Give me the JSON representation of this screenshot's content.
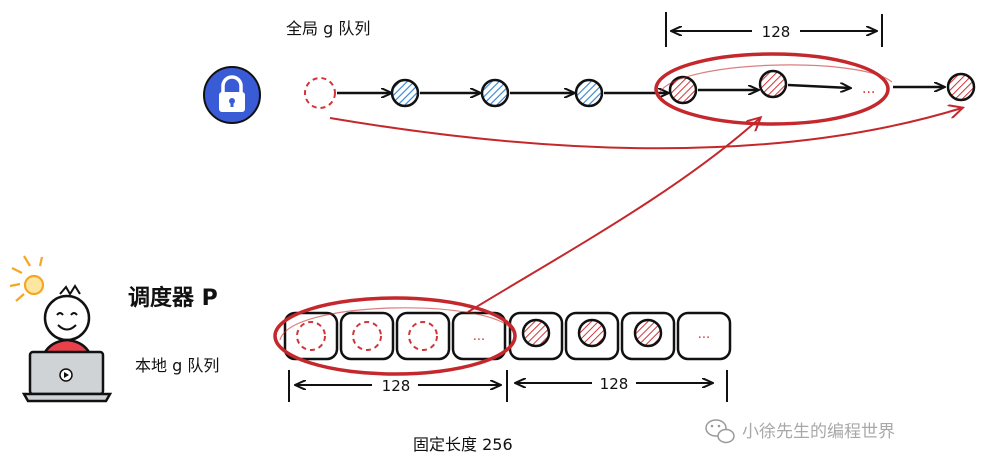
{
  "global_queue": {
    "title": "全局 g 队列",
    "batch_size": "128",
    "ellipsis": "..."
  },
  "scheduler": {
    "title": "调度器 P",
    "local_queue_label": "本地 g 队列",
    "ellipsis": "...",
    "half_size_left": "128",
    "half_size_right": "128",
    "fixed_length": "固定长度 256"
  },
  "watermark": "小徐先生的编程世界",
  "colors": {
    "blue": "#2f7fd6",
    "red": "#d0353a",
    "lock_bg": "#3a5bd6"
  },
  "icons": {
    "lock": "lock-icon",
    "character": "developer-with-laptop-icon",
    "wechat": "wechat-icon"
  }
}
